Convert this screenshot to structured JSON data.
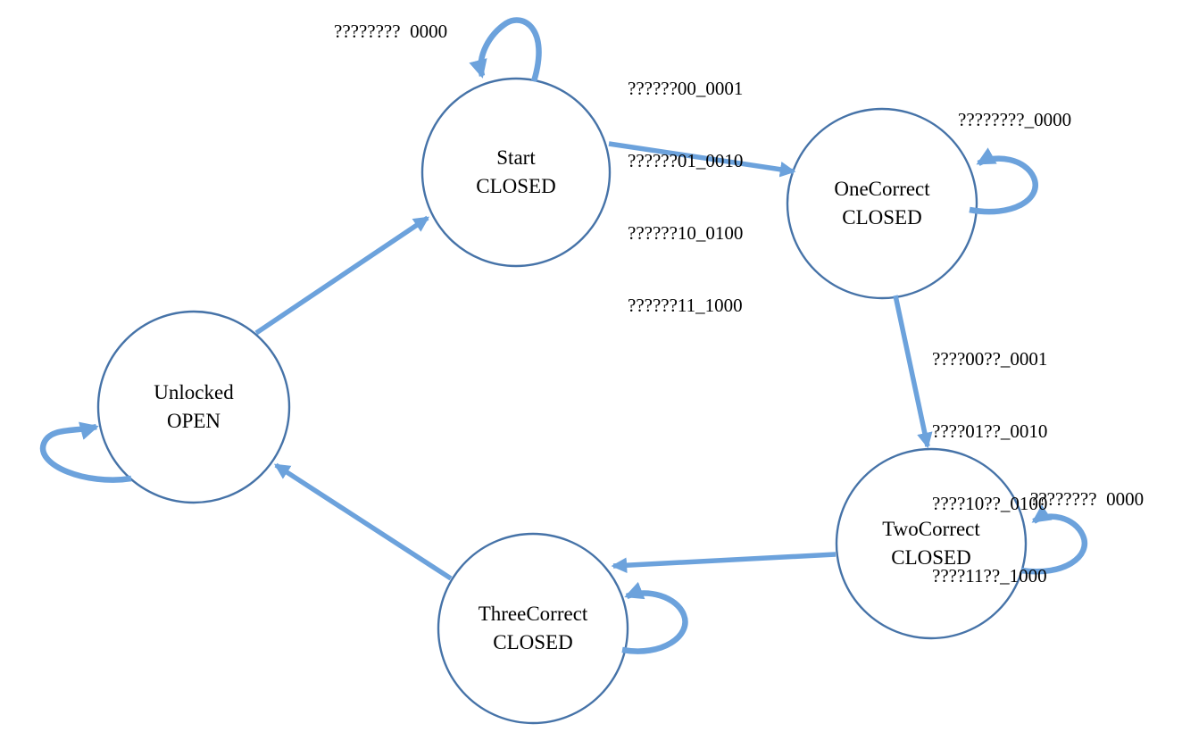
{
  "diagram": {
    "type": "finite-state-machine",
    "description_colors": {
      "node_outline": "#4673A8",
      "arrow": "#6CA2DC",
      "text": "#000000",
      "background": "#ffffff"
    }
  },
  "states": {
    "start": {
      "name": "Start",
      "status": "CLOSED"
    },
    "one_correct": {
      "name": "OneCorrect",
      "status": "CLOSED"
    },
    "two_correct": {
      "name": "TwoCorrect",
      "status": "CLOSED"
    },
    "three_correct": {
      "name": "ThreeCorrect",
      "status": "CLOSED"
    },
    "unlocked": {
      "name": "Unlocked",
      "status": "OPEN"
    }
  },
  "labels": {
    "start_self": "????????  0000",
    "start_to_one_correct": [
      "??????00_0001",
      "??????01_0010",
      "??????10_0100",
      "??????11_1000"
    ],
    "one_correct_self": "????????_0000",
    "one_correct_to_two_correct": [
      "????00??_0001",
      "????01??_0010",
      "????10??_0100",
      "????11??_1000"
    ],
    "two_correct_self": "????????  0000"
  },
  "transitions": [
    {
      "from": "start",
      "to": "start",
      "kind": "self-loop",
      "label_key": "start_self"
    },
    {
      "from": "start",
      "to": "one_correct",
      "kind": "arrow",
      "label_key": "start_to_one_correct"
    },
    {
      "from": "one_correct",
      "to": "one_correct",
      "kind": "self-loop",
      "label_key": "one_correct_self"
    },
    {
      "from": "one_correct",
      "to": "two_correct",
      "kind": "arrow",
      "label_key": "one_correct_to_two_correct"
    },
    {
      "from": "two_correct",
      "to": "two_correct",
      "kind": "self-loop",
      "label_key": "two_correct_self"
    },
    {
      "from": "two_correct",
      "to": "three_correct",
      "kind": "arrow",
      "label_key": null
    },
    {
      "from": "three_correct",
      "to": "three_correct",
      "kind": "self-loop",
      "label_key": null
    },
    {
      "from": "three_correct",
      "to": "unlocked",
      "kind": "arrow",
      "label_key": null
    },
    {
      "from": "unlocked",
      "to": "unlocked",
      "kind": "self-loop",
      "label_key": null
    },
    {
      "from": "unlocked",
      "to": "start",
      "kind": "arrow",
      "label_key": null
    }
  ]
}
